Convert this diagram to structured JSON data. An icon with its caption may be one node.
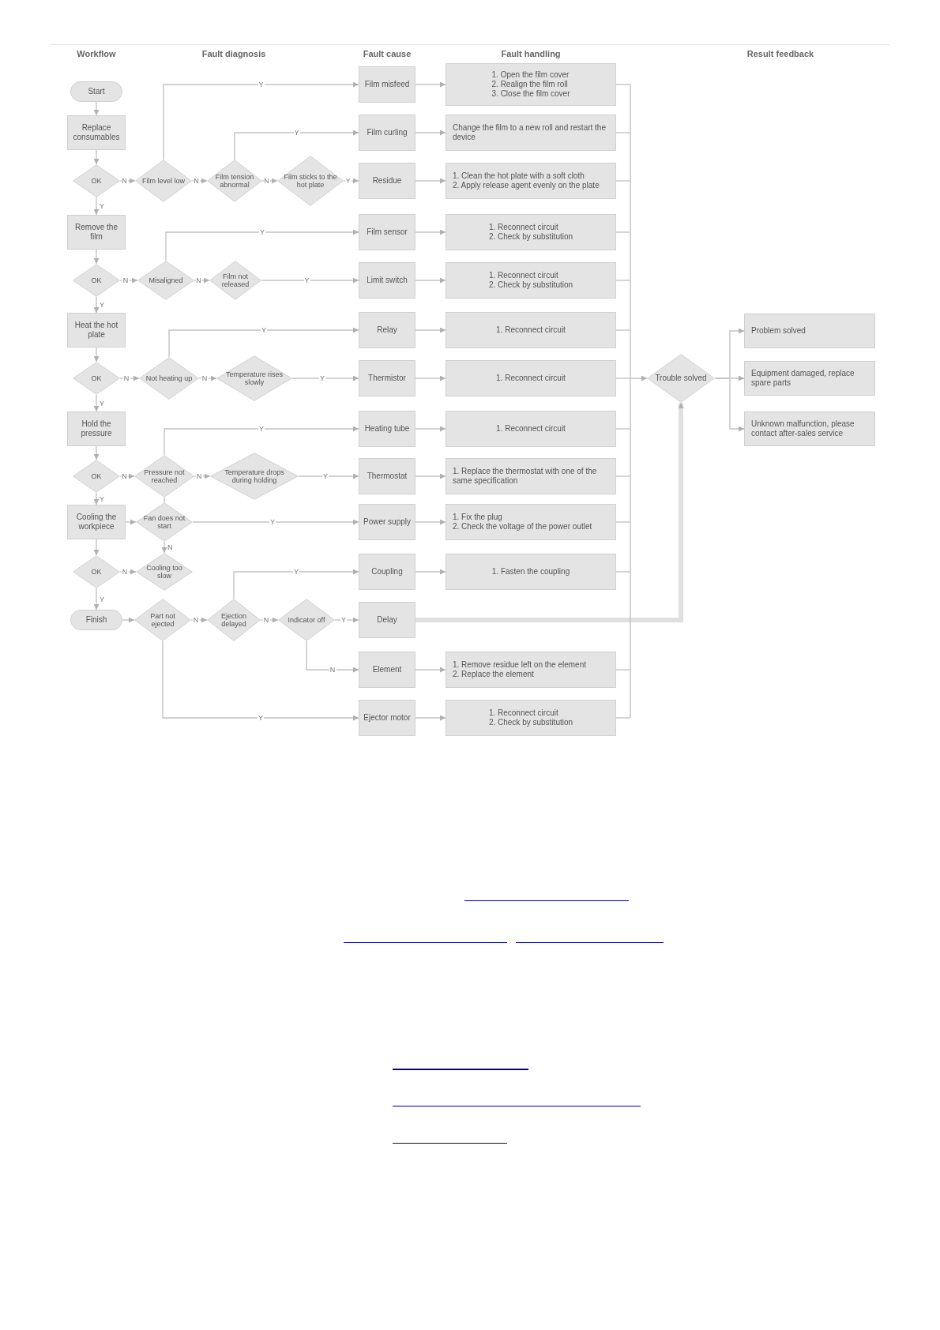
{
  "diagram": {
    "nodes": [
      {
        "text": [
          "Start"
        ]
      },
      {
        "text": [
          "Film misfeed"
        ]
      },
      {
        "text": [
          "1. Open the film cover",
          "2. Realign the film roll",
          "3. Close the film cover"
        ]
      },
      {
        "text": [
          "Replace consumables"
        ]
      },
      {
        "text": [
          "Film curling"
        ]
      },
      {
        "text": [
          "Change the film to a new roll and restart the device"
        ]
      },
      {
        "text": [
          "OK"
        ]
      },
      {
        "text": [
          "Film level low"
        ]
      },
      {
        "text": [
          "Film tension abnormal"
        ]
      },
      {
        "text": [
          "Film sticks to the hot plate"
        ]
      },
      {
        "text": [
          "Residue"
        ]
      },
      {
        "text": [
          "1. Clean the hot plate with a soft cloth",
          "2. Apply release agent evenly on the plate"
        ]
      },
      {
        "text": [
          "Remove the film"
        ]
      },
      {
        "text": [
          "Film sensor"
        ]
      },
      {
        "text": [
          "1. Reconnect circuit",
          "2. Check by substitution"
        ]
      },
      {
        "text": [
          "OK"
        ]
      },
      {
        "text": [
          "Misaligned"
        ]
      },
      {
        "text": [
          "Film not released"
        ]
      },
      {
        "text": [
          "Limit switch"
        ]
      },
      {
        "text": [
          "1. Reconnect circuit",
          "2. Check by substitution"
        ]
      },
      {
        "text": [
          "Heat the hot plate"
        ]
      },
      {
        "text": [
          "Relay"
        ]
      },
      {
        "text": [
          "1. Reconnect circuit"
        ]
      },
      {
        "text": [
          "Problem solved"
        ]
      },
      {
        "text": [
          "OK"
        ]
      },
      {
        "text": [
          "Not heating up"
        ]
      },
      {
        "text": [
          "Temperature rises slowly"
        ]
      },
      {
        "text": [
          "Thermistor"
        ]
      },
      {
        "text": [
          "1. Reconnect circuit"
        ]
      },
      {
        "text": [
          "Trouble solved"
        ]
      },
      {
        "text": [
          "Equipment damaged, replace spare parts"
        ]
      },
      {
        "text": [
          "Hold the pressure"
        ]
      },
      {
        "text": [
          "Heating tube"
        ]
      },
      {
        "text": [
          "1. Reconnect circuit"
        ]
      },
      {
        "text": [
          "Unknown malfunction, please contact after-sales service"
        ]
      },
      {
        "text": [
          "OK"
        ]
      },
      {
        "text": [
          "Pressure not reached"
        ]
      },
      {
        "text": [
          "Temperature drops during holding"
        ]
      },
      {
        "text": [
          "Thermostat"
        ]
      },
      {
        "text": [
          "1. Replace the thermostat with one of the same specification"
        ]
      },
      {
        "text": [
          "Cooling the workpiece"
        ]
      },
      {
        "text": [
          "Fan does not start"
        ]
      },
      {
        "text": [
          "Power supply"
        ]
      },
      {
        "text": [
          "1. Fix the plug",
          "2. Check the voltage of the power outlet"
        ]
      },
      {
        "text": [
          "OK"
        ]
      },
      {
        "text": [
          "Cooling too slow"
        ]
      },
      {
        "text": [
          "Coupling"
        ]
      },
      {
        "text": [
          "1. Fasten the coupling"
        ]
      },
      {
        "text": [
          "Finish"
        ]
      },
      {
        "text": [
          "Part not ejected"
        ]
      },
      {
        "text": [
          "Ejection delayed"
        ]
      },
      {
        "text": [
          "Indicator off"
        ]
      },
      {
        "text": [
          "Delay"
        ]
      },
      {
        "text": [
          "Element"
        ]
      },
      {
        "text": [
          "1. Remove residue left on the element",
          "2. Replace the element"
        ]
      },
      {
        "text": [
          "Ejector motor"
        ]
      },
      {
        "text": [
          "1. Reconnect circuit",
          "2. Check by substitution"
        ]
      }
    ],
    "edges": [
      {
        "from": 0,
        "to": 3,
        "arrow": "to"
      },
      {
        "from": 3,
        "to": 6,
        "arrow": "to"
      },
      {
        "from": 6,
        "to": 12,
        "arrow": "to",
        "label": "Y"
      },
      {
        "from": 12,
        "to": 15,
        "arrow": "to"
      },
      {
        "from": 15,
        "to": 20,
        "arrow": "to",
        "label": "Y"
      },
      {
        "from": 20,
        "to": 24,
        "arrow": "to"
      },
      {
        "from": 24,
        "to": 31,
        "arrow": "to",
        "label": "Y"
      },
      {
        "from": 31,
        "to": 35,
        "arrow": "to"
      },
      {
        "from": 35,
        "to": 40,
        "arrow": "to",
        "label": "Y"
      },
      {
        "from": 40,
        "to": 44,
        "arrow": "to"
      },
      {
        "from": 44,
        "to": 48,
        "arrow": "to",
        "label": "Y"
      },
      {
        "from": 6,
        "to": 7,
        "arrow": "to",
        "label": "N"
      },
      {
        "from": 7,
        "to": 1,
        "arrow": "to",
        "label": "Y"
      },
      {
        "from": 7,
        "to": 8,
        "arrow": "to",
        "label": "N"
      },
      {
        "from": 8,
        "to": 4,
        "arrow": "to",
        "label": "Y"
      },
      {
        "from": 8,
        "to": 9,
        "arrow": "to",
        "label": "N"
      },
      {
        "from": 9,
        "to": 10,
        "arrow": "to",
        "label": "Y"
      },
      {
        "from": 15,
        "to": 16,
        "arrow": "to",
        "label": "N"
      },
      {
        "from": 16,
        "to": 13,
        "arrow": "to",
        "label": "Y"
      },
      {
        "from": 16,
        "to": 17,
        "arrow": "to",
        "label": "N"
      },
      {
        "from": 17,
        "to": 18,
        "arrow": "to",
        "label": "Y"
      },
      {
        "from": 24,
        "to": 25,
        "arrow": "to",
        "label": "N"
      },
      {
        "from": 25,
        "to": 21,
        "arrow": "to",
        "label": "Y"
      },
      {
        "from": 25,
        "to": 26,
        "arrow": "to",
        "label": "N"
      },
      {
        "from": 26,
        "to": 27,
        "arrow": "to",
        "label": "Y"
      },
      {
        "from": 35,
        "to": 36,
        "arrow": "to",
        "label": "N"
      },
      {
        "from": 36,
        "to": 32,
        "arrow": "to",
        "label": "Y"
      },
      {
        "from": 36,
        "to": 37,
        "arrow": "to",
        "label": "N"
      },
      {
        "from": 37,
        "to": 38,
        "arrow": "to",
        "label": "Y"
      },
      {
        "from": 40,
        "to": 41,
        "arrow": "to"
      },
      {
        "from": 41,
        "to": 42,
        "arrow": "to",
        "label": "Y"
      },
      {
        "from": 36,
        "to": 41,
        "arrow": "none"
      },
      {
        "from": 41,
        "to": 45,
        "arrow": "to",
        "label": "N"
      },
      {
        "from": 44,
        "to": 45,
        "arrow": "to",
        "label": "N"
      },
      {
        "from": 48,
        "to": 49,
        "arrow": "to"
      },
      {
        "from": 49,
        "to": 50,
        "arrow": "to",
        "label": "N"
      },
      {
        "from": 50,
        "to": 46,
        "arrow": "to",
        "label": "Y"
      },
      {
        "from": 50,
        "to": 51,
        "arrow": "to",
        "label": "N"
      },
      {
        "from": 51,
        "to": 52,
        "arrow": "to",
        "label": "Y"
      },
      {
        "from": 51,
        "to": 53,
        "arrow": "to",
        "label": "N"
      },
      {
        "from": 49,
        "to": 55,
        "arrow": "to",
        "label": "Y"
      },
      {
        "from": 1,
        "to": 2,
        "arrow": "to"
      },
      {
        "from": 4,
        "to": 5,
        "arrow": "to"
      },
      {
        "from": 10,
        "to": 11,
        "arrow": "to"
      },
      {
        "from": 13,
        "to": 14,
        "arrow": "to"
      },
      {
        "from": 18,
        "to": 19,
        "arrow": "to"
      },
      {
        "from": 21,
        "to": 22,
        "arrow": "to"
      },
      {
        "from": 27,
        "to": 28,
        "arrow": "to"
      },
      {
        "from": 32,
        "to": 33,
        "arrow": "to"
      },
      {
        "from": 38,
        "to": 39,
        "arrow": "to"
      },
      {
        "from": 42,
        "to": 43,
        "arrow": "to"
      },
      {
        "from": 46,
        "to": 47,
        "arrow": "to"
      },
      {
        "from": 53,
        "to": 54,
        "arrow": "to"
      },
      {
        "from": 55,
        "to": 56,
        "arrow": "to"
      },
      {
        "from": 2,
        "to": 29,
        "arrow": "to"
      },
      {
        "from": 5,
        "to": 29,
        "arrow": "to"
      },
      {
        "from": 11,
        "to": 29,
        "arrow": "to"
      },
      {
        "from": 14,
        "to": 29,
        "arrow": "to"
      },
      {
        "from": 19,
        "to": 29,
        "arrow": "to"
      },
      {
        "from": 22,
        "to": 29,
        "arrow": "to"
      },
      {
        "from": 28,
        "to": 29,
        "arrow": "to"
      },
      {
        "from": 33,
        "to": 29,
        "arrow": "to"
      },
      {
        "from": 39,
        "to": 29,
        "arrow": "to"
      },
      {
        "from": 43,
        "to": 29,
        "arrow": "to"
      },
      {
        "from": 47,
        "to": 29,
        "arrow": "to"
      },
      {
        "from": 54,
        "to": 29,
        "arrow": "to"
      },
      {
        "from": 56,
        "to": 29,
        "arrow": "to"
      },
      {
        "from": 52,
        "to": 29,
        "arrow": "to",
        "style": "thick"
      },
      {
        "from": 29,
        "to": 23,
        "arrow": "to"
      },
      {
        "from": 29,
        "to": 30,
        "arrow": "to"
      },
      {
        "from": 29,
        "to": 34,
        "arrow": "to"
      }
    ],
    "labels": [
      "Workflow",
      "Fault diagnosis",
      "Fault cause",
      "Fault handling",
      "Result feedback"
    ]
  }
}
